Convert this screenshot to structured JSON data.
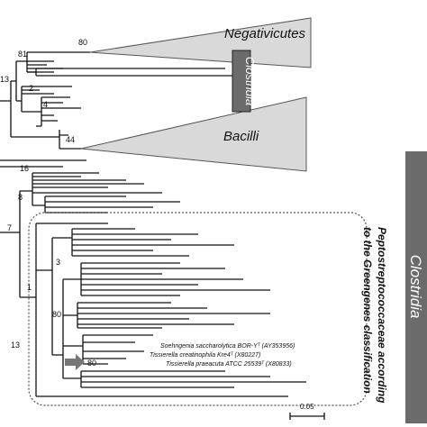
{
  "clades": {
    "negativicutes": "Negativicutes",
    "bacilli": "Bacilli",
    "clostridia_small": "Clostridia",
    "clostridia_large": "Clostridia"
  },
  "node_labels": {
    "n80_top": "80",
    "n81": "81",
    "n13_top": "13",
    "n2": "2",
    "n4": "4",
    "n44": "44",
    "n16": "16",
    "n8": "8",
    "n7": "7",
    "n3": "3",
    "n1": "1",
    "n80_mid": "80",
    "n13_bottom": "13",
    "n80_arrow": "80"
  },
  "taxa": {
    "t1": "Soehngenia saccharolytica BOR-Yᵀ (AY353956)",
    "t2": "Tissierella creatinophila Kre4ᵀ (X80227)",
    "t3": "Tissierella praeacuta ATCC 25539ᵀ (X80833)"
  },
  "annotation": {
    "line1": "Peptostreptococcaceae according",
    "line2": "to the Greengenes classification"
  },
  "scale_bar": {
    "label": "0.05"
  },
  "colors": {
    "triangle_fill": "#d9d9d9",
    "clade_box": "#6b6b6b",
    "arrow": "#777777",
    "lines": "#111111"
  }
}
